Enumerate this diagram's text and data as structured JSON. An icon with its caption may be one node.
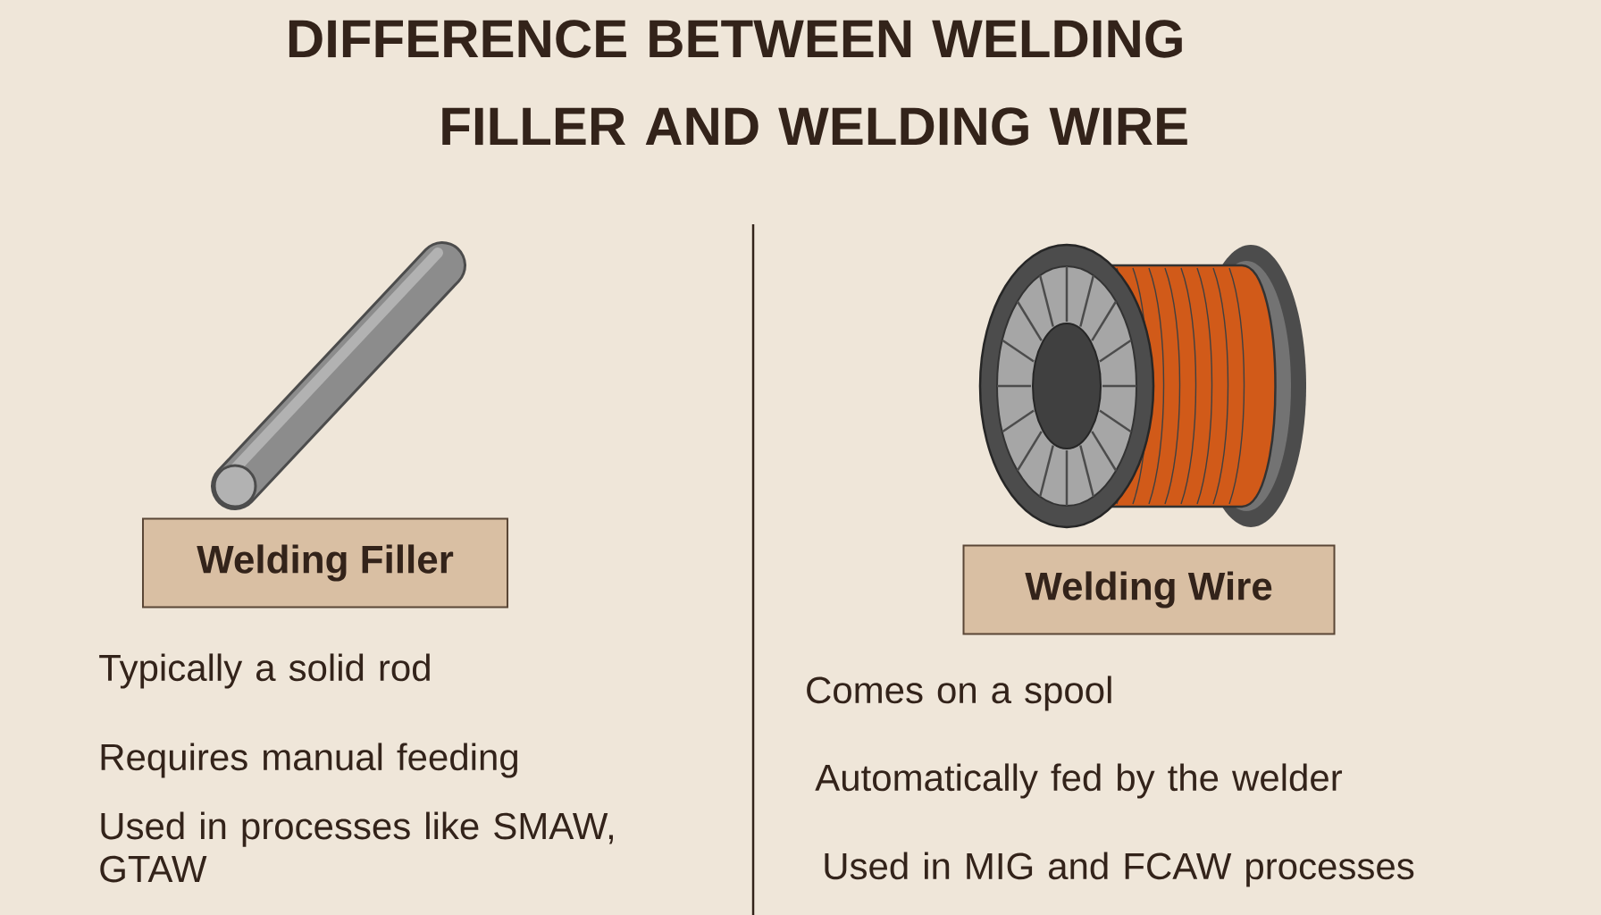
{
  "diagram": {
    "title": "DIFFERENCE BETWEEN WELDING FILLER AND WELDING WIRE",
    "nodes": [
      {
        "text": [
          "Welding Filler"
        ]
      },
      {
        "text": [
          "Welding Wire"
        ]
      }
    ],
    "labels": [
      "Typically a solid rod",
      "Requires manual feeding",
      "Used in processes like SMAW, GTAW",
      "Comes on a spool",
      "Automatically fed by the welder",
      "Used in MIG and FCAW processes"
    ]
  }
}
